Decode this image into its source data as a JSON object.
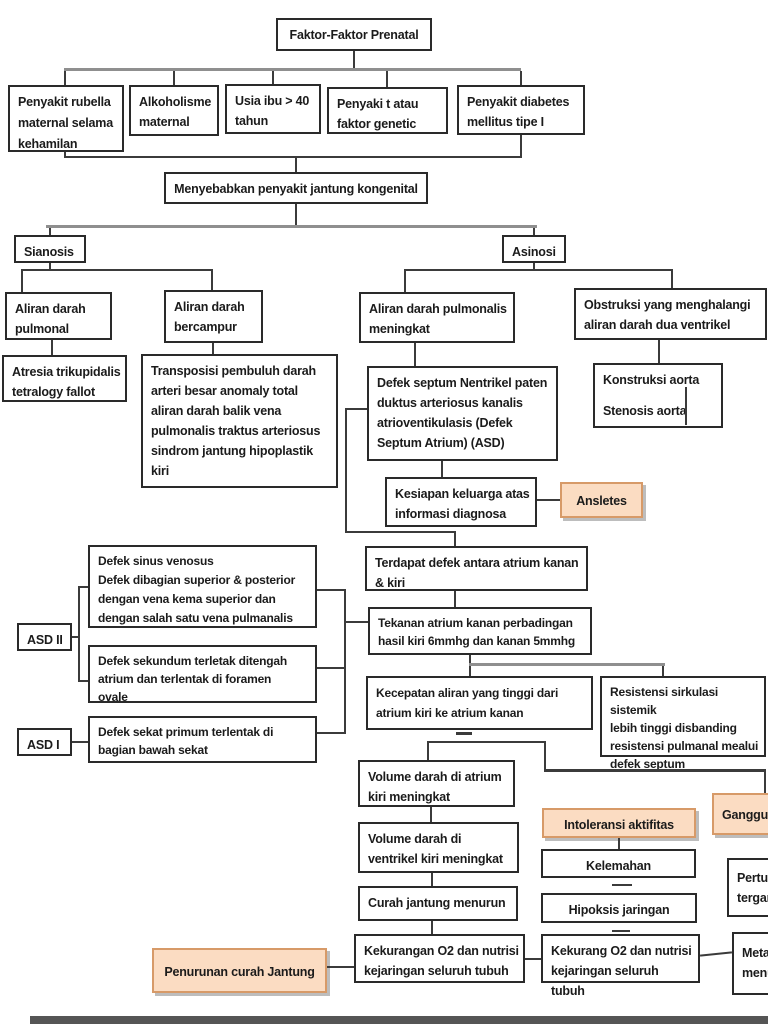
{
  "page": {
    "background": "#ffffff",
    "accent_orange": "#fbdcc2",
    "accent_orange_border": "#d79a68",
    "line_dark": "#3b3b3b",
    "line_gray": "#8f8f8f",
    "bottom_bar_color": "#555555"
  },
  "nodes": {
    "faktor": {
      "text": "Faktor-Faktor Prenatal"
    },
    "f1": {
      "text": "Penyakit rubella\nmaternal selama\nkehamilan"
    },
    "f2": {
      "text": "Alkoholisme\nmaternal"
    },
    "f3": {
      "text": "Usia ibu > 40\ntahun"
    },
    "f4": {
      "text": "Penyaki t atau\nfaktor genetic"
    },
    "f5": {
      "text": "Penyakit diabetes\nmellitus tipe I"
    },
    "menyebabkan": {
      "text": "Menyebabkan penyakit jantung kongenital"
    },
    "sianosis": {
      "text": "Sianosis"
    },
    "asinosi": {
      "text": "Asinosi"
    },
    "aliran_pulmonal": {
      "text": "Aliran darah\npulmonal"
    },
    "aliran_bercampur": {
      "text": "Aliran darah\nbercampur"
    },
    "aliran_pulmonalis": {
      "text": "Aliran darah pulmonalis\nmeningkat"
    },
    "obstruksi": {
      "text": "Obstruksi yang menghalangi\naliran darah dua ventrikel"
    },
    "atresia": {
      "text": "Atresia trikupidalis\ntetralogy fallot"
    },
    "transposisi": {
      "text": "Transposisi pembuluh darah\narteri besar anomaly total\naliran darah balik vena\npulmonalis traktus arteriosus\nsindrom jantung hipoplastik\nkiri"
    },
    "defek_septum": {
      "text": "Defek septum Nentrikel paten\nduktus arteriosus kanalis\natrioventikulasis (Defek\nSeptum Atrium) (ASD)"
    },
    "konstruksi": {
      "label_top": "Konstruksi aorta",
      "label_bottom": "Stenosis aorta"
    },
    "kesiapan": {
      "text": "Kesiapan keluarga atas\ninformasi diagnosa"
    },
    "ansletes": {
      "text": "Ansletes"
    },
    "terdapat": {
      "text": "Terdapat defek antara atrium kanan\n& kiri"
    },
    "tekanan": {
      "text": "Tekanan atrium kanan perbadingan\nhasil kiri 6mmhg dan kanan 5mmhg"
    },
    "defek_sinus": {
      "text": "Defek sinus venosus\nDefek dibagian superior & posterior\ndengan vena kema superior dan\ndengan salah satu vena pulmanalis"
    },
    "asd2": {
      "text": "ASD II"
    },
    "defek_sekundum": {
      "text": "Defek sekundum terletak ditengah\natrium dan terlentak di foramen\novale"
    },
    "asd1": {
      "text": "ASD I"
    },
    "defek_sekat": {
      "text": "Defek sekat primum terlentak di\nbagian bawah sekat"
    },
    "kecepatan": {
      "text": "Kecepatan aliran yang tinggi dari\natrium kiri ke atrium kanan"
    },
    "resistensi": {
      "text": "Resistensi sirkulasi sistemik\nlebih tinggi disbanding\nresistensi pulmanal mealui\ndefek septum"
    },
    "vol_atrium": {
      "text": "Volume darah di atrium\nkiri meningkat"
    },
    "vol_ventrikel": {
      "text": "Volume darah di\nventrikel kiri meningkat"
    },
    "curah": {
      "text": "Curah jantung menurun"
    },
    "kekurangan": {
      "text": "Kekurangan O2 dan nutrisi\nkejaringan seluruh tubuh"
    },
    "penurunan": {
      "text": "Penurunan curah Jantung"
    },
    "intoleransi": {
      "text": "Intoleransi aktifitas"
    },
    "kelemahan": {
      "text": "Kelemahan"
    },
    "hipoksis": {
      "text": "Hipoksis jaringan"
    },
    "kekurang": {
      "text": "Kekurang O2 dan nutrisi\nkejaringan seluruh tubuh"
    },
    "ganggu": {
      "text": "Ganggu"
    },
    "pertum": {
      "text": "Pertum\ntergang"
    },
    "metab": {
      "text": "Metab\nmenur"
    }
  }
}
